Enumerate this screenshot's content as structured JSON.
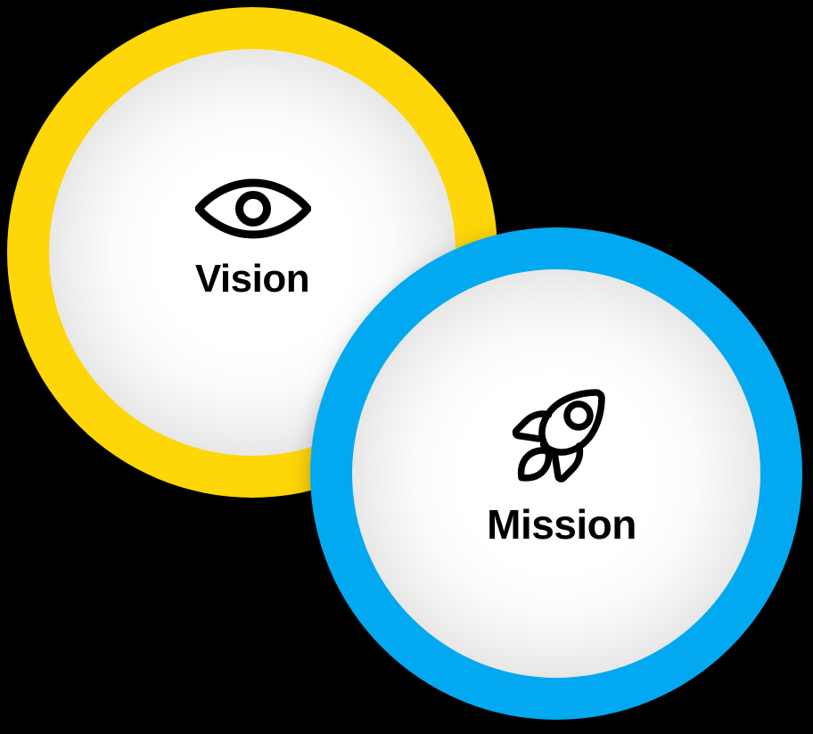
{
  "background_color": "#000000",
  "bubbles": [
    {
      "id": "vision",
      "label": "Vision",
      "icon_name": "eye-icon",
      "ring_color": "#FFD608",
      "inner_color": "#FFFFFF",
      "icon_color": "#000000",
      "label_color": "#000000"
    },
    {
      "id": "mission",
      "label": "Mission",
      "icon_name": "rocket-icon",
      "ring_color": "#03A9F0",
      "inner_color": "#FFFFFF",
      "icon_color": "#000000",
      "label_color": "#000000"
    }
  ]
}
